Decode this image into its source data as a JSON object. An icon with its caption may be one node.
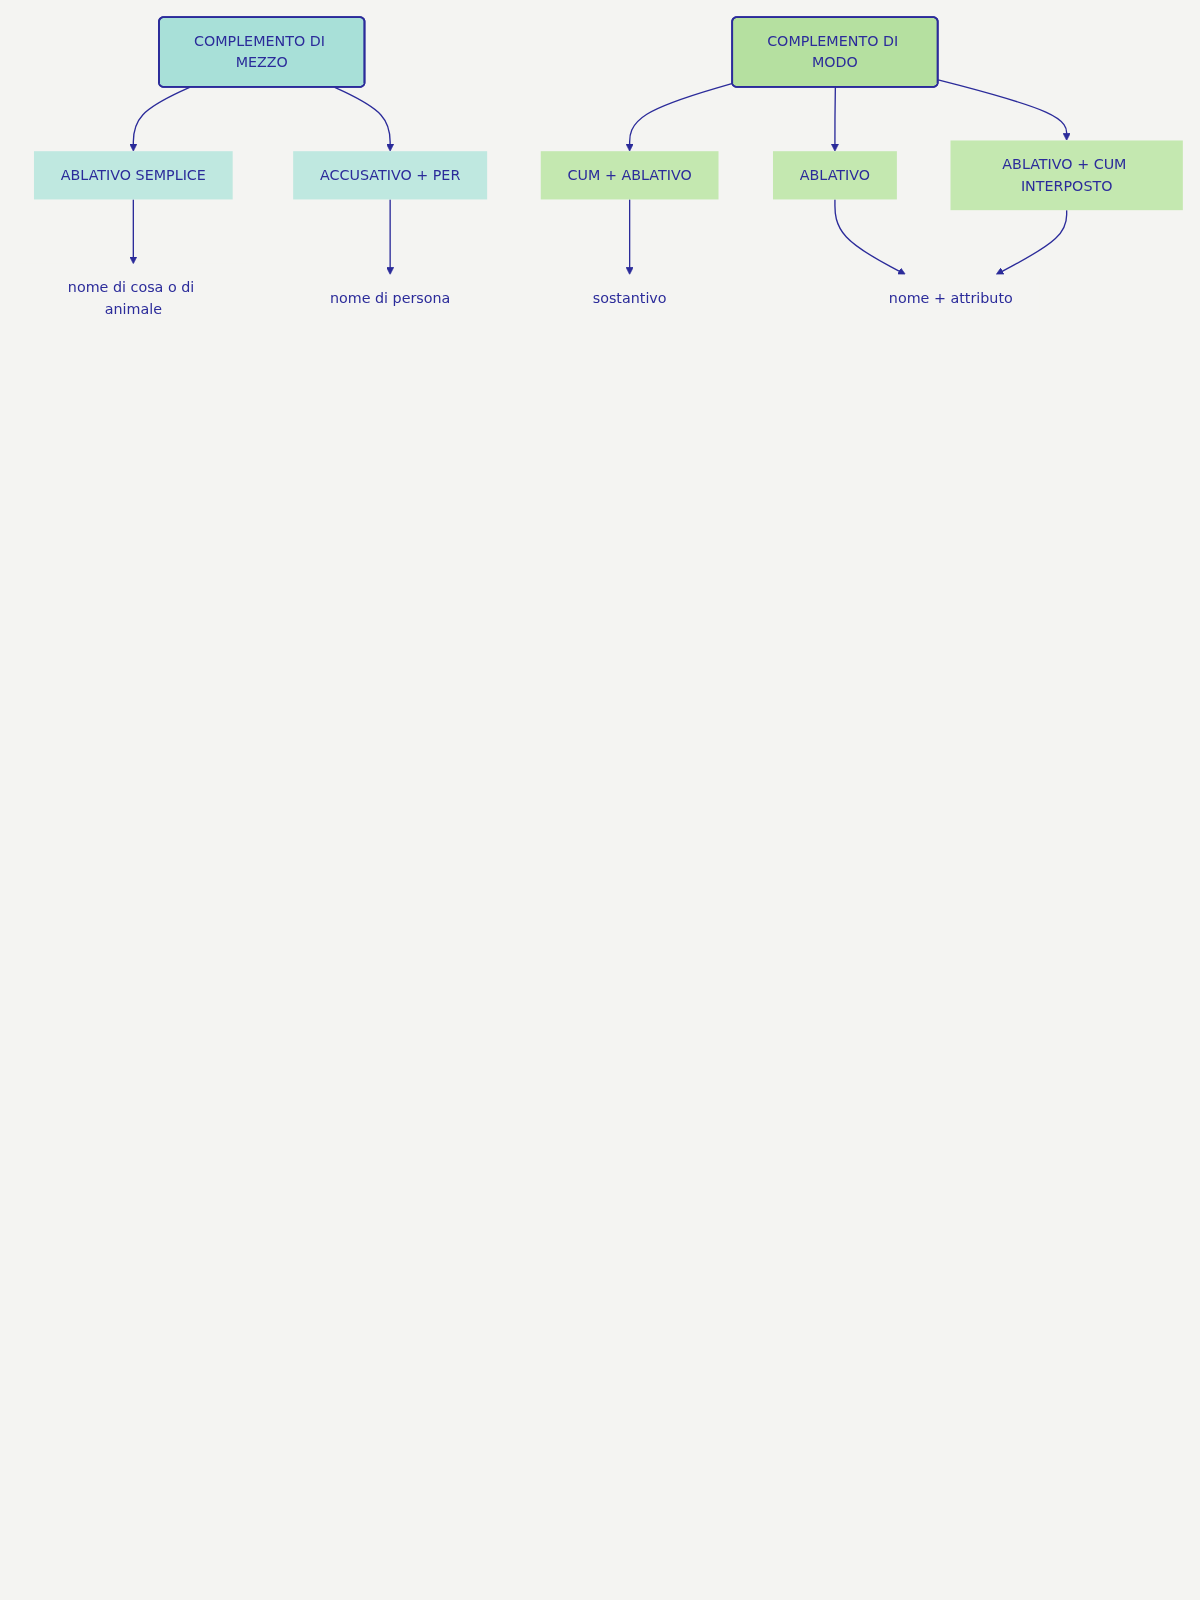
{
  "diagram": {
    "nodes": [
      {
        "text": [
          "nome di cosa o di animale"
        ]
      },
      {
        "text": [
          "ABLATIVO SEMPLICE"
        ]
      },
      {
        "text": [
          "COMPLEMENTO DI MEZZO"
        ]
      },
      {
        "text": [
          "ACCUSATIVO + PER"
        ]
      },
      {
        "text": [
          "nome di persona"
        ]
      },
      {
        "text": [
          "sostantivo"
        ]
      },
      {
        "text": [
          "CUM + ABLATIVO"
        ]
      },
      {
        "text": [
          "COMPLEMENTO DI MODO"
        ]
      },
      {
        "text": [
          "ABLATIVO"
        ]
      },
      {
        "text": [
          "ABLATIVO + CUM INTERPOSTO"
        ]
      },
      {
        "text": [
          "nome + attributo"
        ]
      }
    ],
    "edges": [
      {
        "from": 2,
        "to": 1,
        "arrow": "to"
      },
      {
        "from": 1,
        "to": 0,
        "arrow": "to"
      },
      {
        "from": 2,
        "to": 3,
        "arrow": "to"
      },
      {
        "from": 3,
        "to": 4,
        "arrow": "to"
      },
      {
        "from": 7,
        "to": 6,
        "arrow": "to"
      },
      {
        "from": 6,
        "to": 5,
        "arrow": "to"
      },
      {
        "from": 7,
        "to": 8,
        "arrow": "to"
      },
      {
        "from": 7,
        "to": 9,
        "arrow": "to"
      },
      {
        "from": 8,
        "to": 10,
        "arrow": "to"
      },
      {
        "from": 9,
        "to": 10,
        "arrow": "to"
      }
    ]
  }
}
